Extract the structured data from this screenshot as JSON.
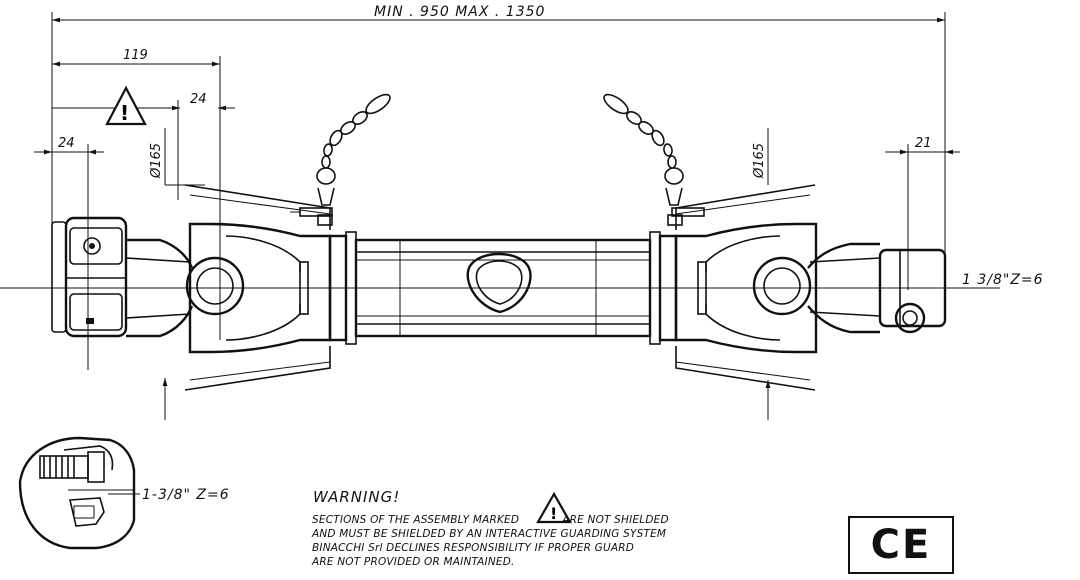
{
  "dimensions": {
    "overall": "MIN . 950     MAX . 1350",
    "left_offset": "119",
    "guard_24_top": "24",
    "yoke_24_left": "24",
    "diameter_left": "Ø165",
    "diameter_right": "Ø165",
    "right_21": "21",
    "shaft_spec_right": "1 3/8\"Z=6",
    "shaft_spec_detail": "1-3/8\" Z=6"
  },
  "warning": {
    "title": "WARNING!",
    "line1_a": "SECTIONS OF THE ASSEMBLY MARKED",
    "line1_b": "ARE NOT SHIELDED",
    "line2": "AND MUST BE SHIELDED BY AN INTERACTIVE GUARDING SYSTEM",
    "line3": "BINACCHI Srl DECLINES RESPONSIBILITY IF PROPER GUARD",
    "line4": "ARE NOT PROVIDED OR MAINTAINED."
  },
  "marks": {
    "ce": "CE",
    "hazard_symbol": "!"
  }
}
